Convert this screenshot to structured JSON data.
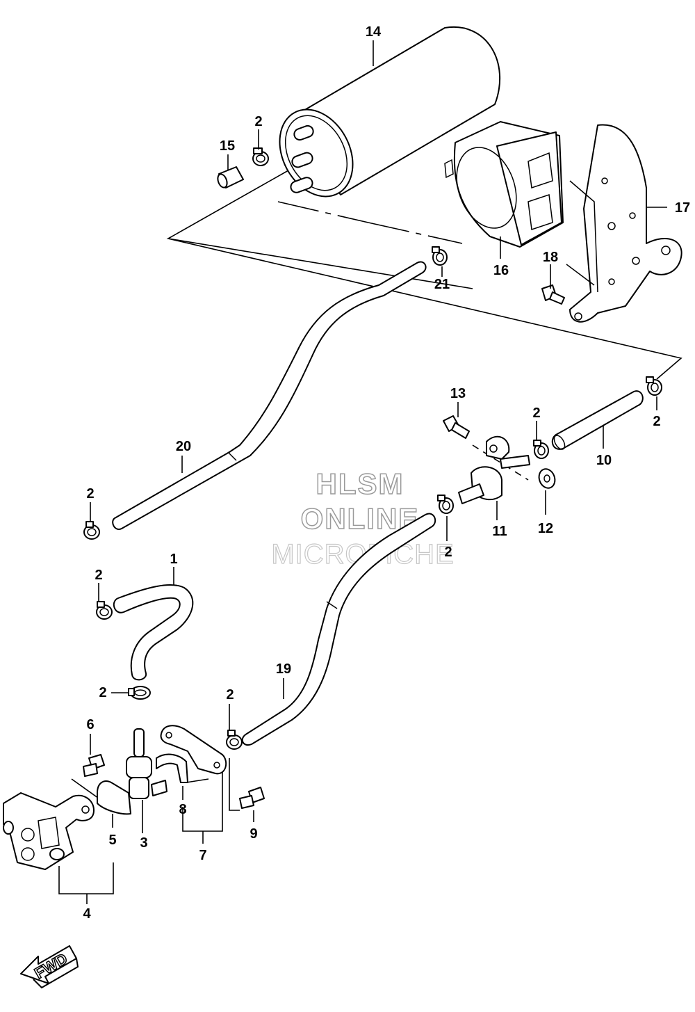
{
  "callouts": [
    {
      "label": "14",
      "part": "charcoal-canister"
    },
    {
      "label": "2",
      "part": "hose-clip"
    },
    {
      "label": "15",
      "part": "cap"
    },
    {
      "label": "16",
      "part": "canister-holder"
    },
    {
      "label": "17",
      "part": "canister-bracket"
    },
    {
      "label": "18",
      "part": "bolt"
    },
    {
      "label": "21",
      "part": "hose-clip"
    },
    {
      "label": "13",
      "part": "bolt"
    },
    {
      "label": "2",
      "part": "hose-clip"
    },
    {
      "label": "2",
      "part": "hose-clip"
    },
    {
      "label": "10",
      "part": "hose"
    },
    {
      "label": "20",
      "part": "hose"
    },
    {
      "label": "2",
      "part": "hose-clip"
    },
    {
      "label": "11",
      "part": "valve"
    },
    {
      "label": "12",
      "part": "washer"
    },
    {
      "label": "2",
      "part": "hose-clip"
    },
    {
      "label": "1",
      "part": "hose"
    },
    {
      "label": "2",
      "part": "hose-clip"
    },
    {
      "label": "19",
      "part": "hose"
    },
    {
      "label": "2",
      "part": "hose-clip"
    },
    {
      "label": "2",
      "part": "hose-clip"
    },
    {
      "label": "6",
      "part": "bolt"
    },
    {
      "label": "8",
      "part": "clamp"
    },
    {
      "label": "9",
      "part": "bolt"
    },
    {
      "label": "5",
      "part": "clamp"
    },
    {
      "label": "3",
      "part": "valve"
    },
    {
      "label": "7",
      "part": "bracket"
    },
    {
      "label": "4",
      "part": "bracket"
    }
  ],
  "watermark": {
    "line1": "HLSM",
    "line2": "ONLINE",
    "line3": "MICROFICHE"
  },
  "fwd_label": "FWD"
}
